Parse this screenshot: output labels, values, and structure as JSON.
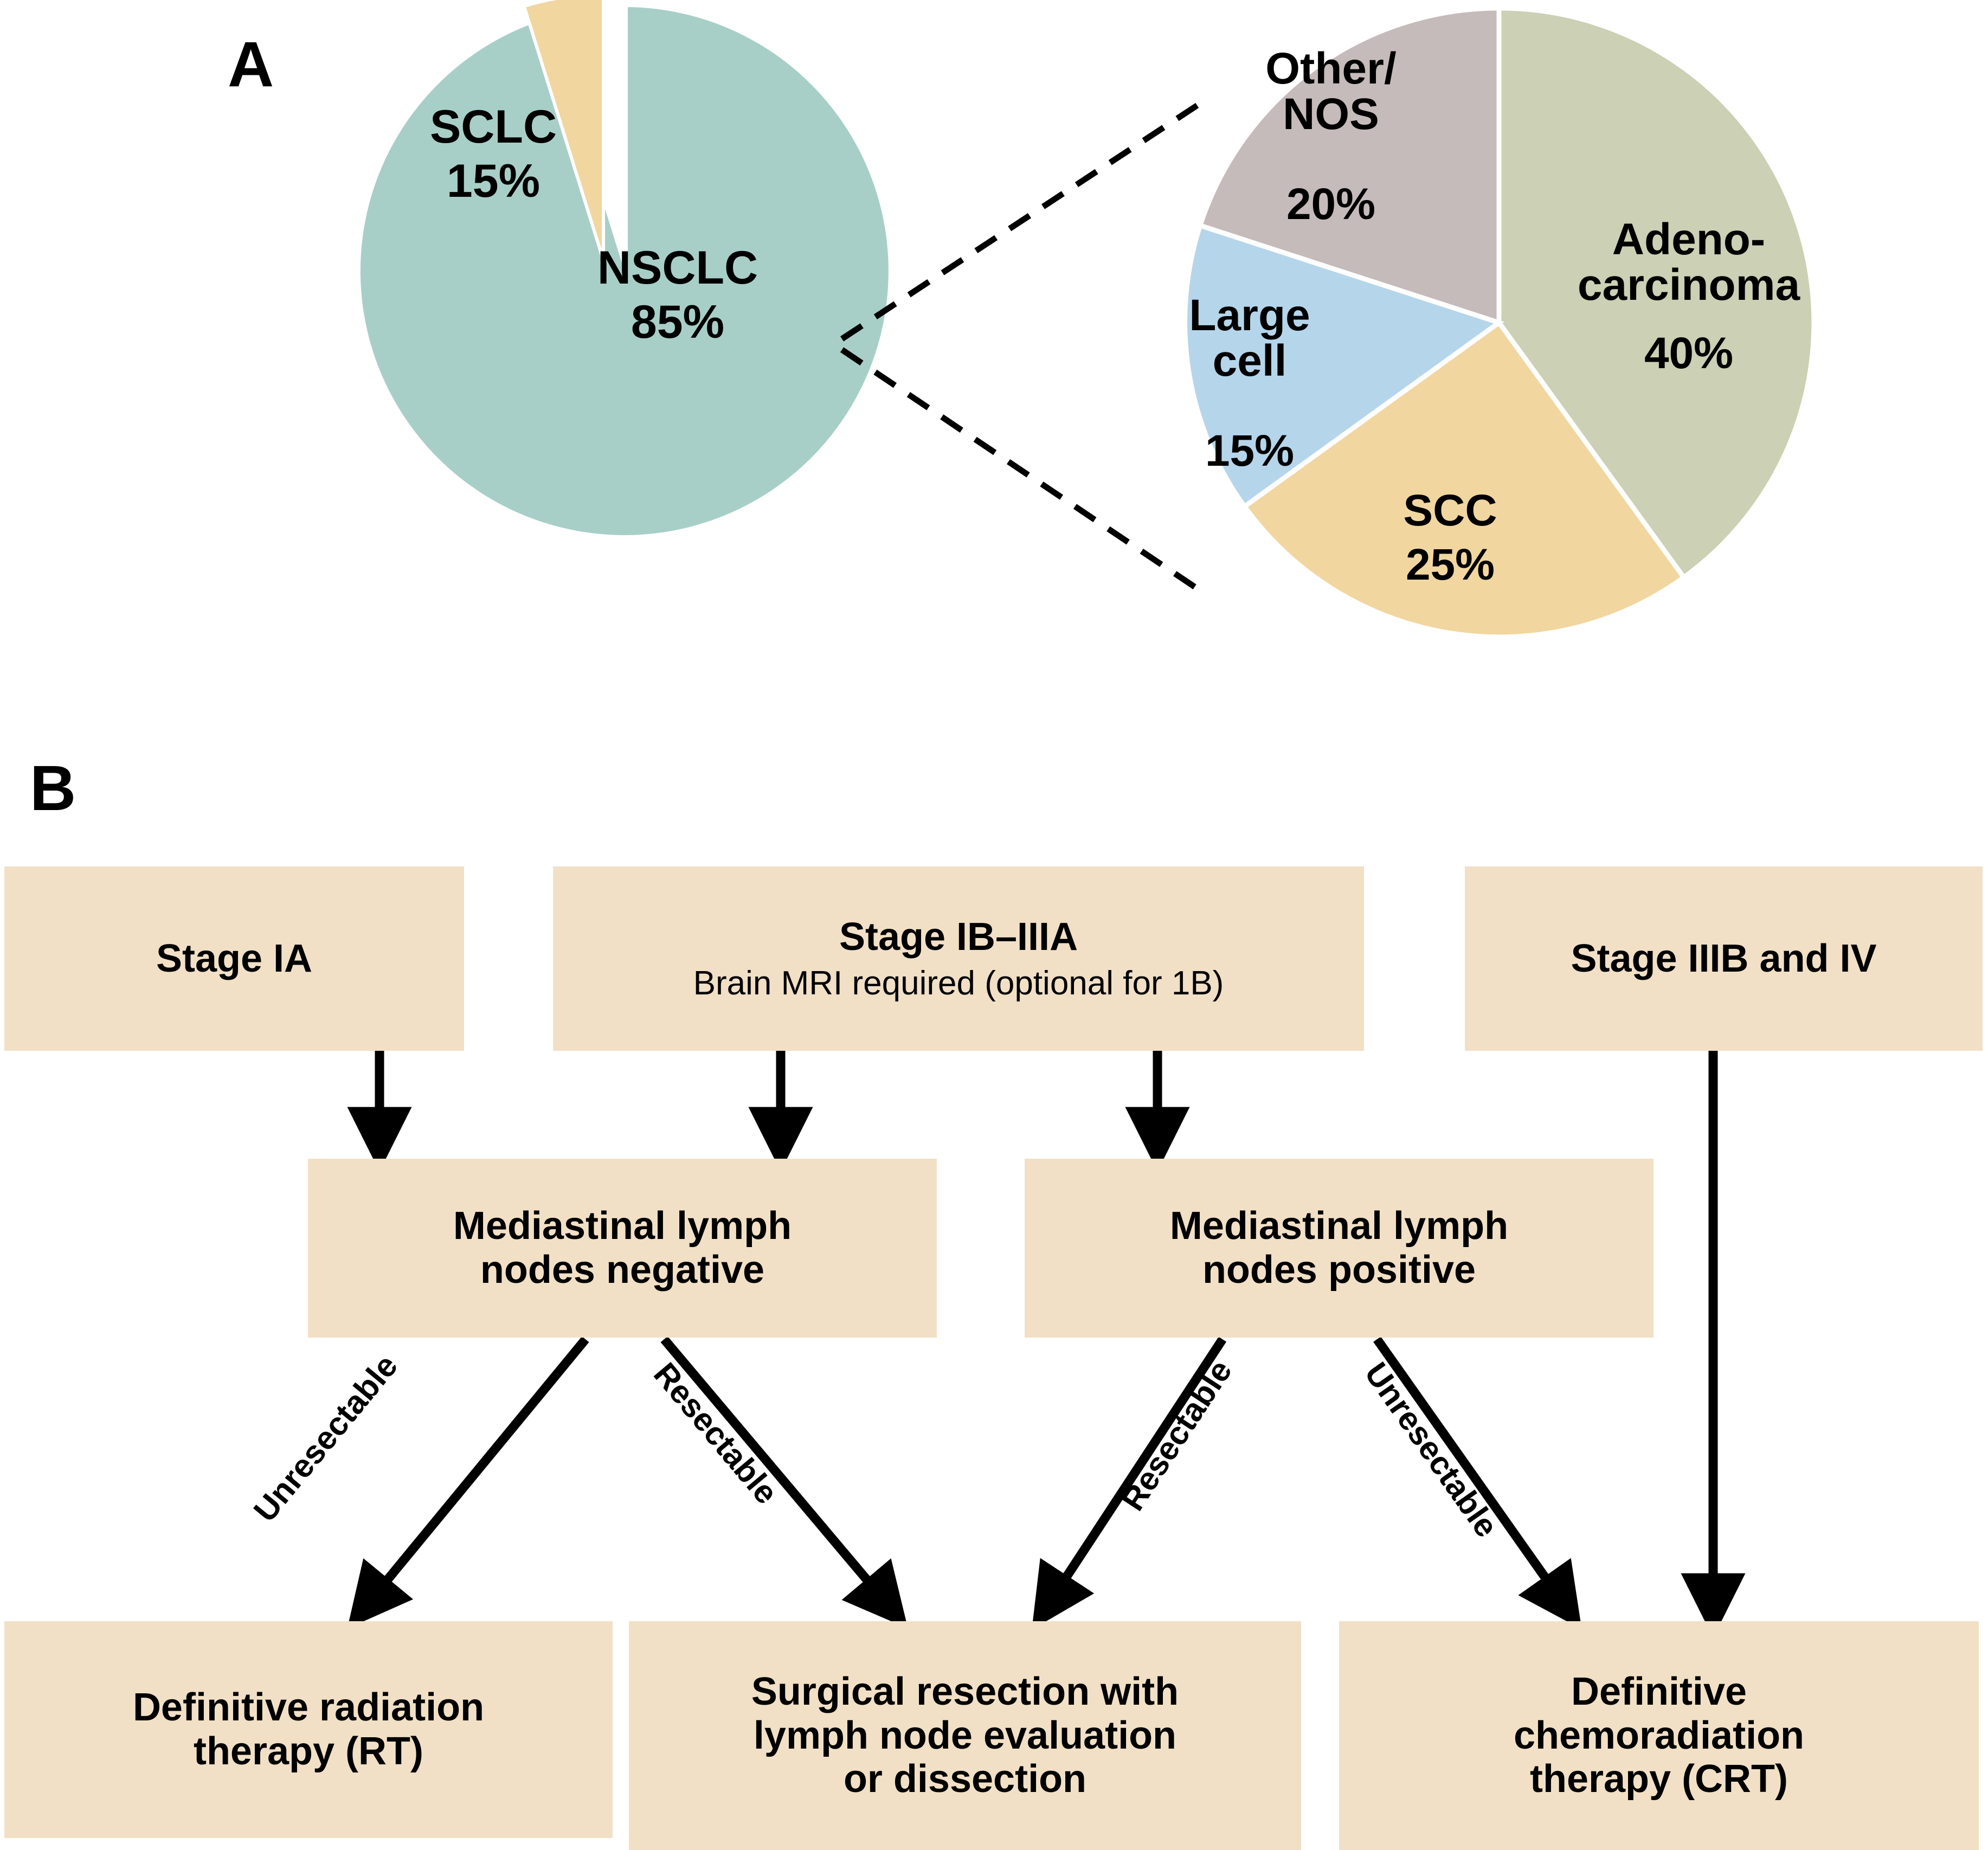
{
  "figure": {
    "panels": [
      {
        "id": "A",
        "letter": "A"
      },
      {
        "id": "B",
        "letter": "B"
      }
    ]
  },
  "chart_data": [
    {
      "type": "pie",
      "id": "histology-major-pie",
      "title": "",
      "categories": [
        "NSCLC",
        "SCLC"
      ],
      "values": [
        85,
        15
      ],
      "labels": [
        "NSCLC\n85%",
        "SCLC\n15%"
      ],
      "value_labels": [
        "85%",
        "15%"
      ],
      "colors": [
        "#a8cfc7",
        "#f1d6a0"
      ],
      "legend": "none",
      "notes": "Exploded SCLC wedge; dashed leader lines connect the NSCLC wedge to the detail pie"
    },
    {
      "type": "pie",
      "id": "nsclc-subtype-pie",
      "title": "",
      "categories": [
        "Adenocarcinoma",
        "SCC",
        "Large cell",
        "Other/NOS"
      ],
      "values": [
        40,
        25,
        15,
        20
      ],
      "labels": [
        "Adeno-\ncarcinoma\n40%",
        "SCC\n25%",
        "Large\ncell\n15%",
        "Other/\nNOS\n20%"
      ],
      "value_labels": [
        "40%",
        "25%",
        "15%",
        "20%"
      ],
      "colors": [
        "#ccd0b4",
        "#f1d6a0",
        "#b5d5ea",
        "#c4bbba"
      ],
      "legend": "none",
      "notes": "Break-out pie of the NSCLC wedge of the first chart"
    }
  ],
  "pie_a": {
    "slices": [
      {
        "name": "NSCLC",
        "label": "NSCLC",
        "percent": "85%",
        "color": "#a8cfc7"
      },
      {
        "name": "SCLC",
        "label": "SCLC",
        "percent": "15%",
        "color": "#f1d6a0"
      }
    ]
  },
  "pie_b": {
    "slices": [
      {
        "name": "adenocarcinoma",
        "label": "Adeno-\ncarcinoma",
        "percent": "40%",
        "color": "#ccd0b4"
      },
      {
        "name": "scc",
        "label": "SCC",
        "percent": "25%",
        "color": "#f1d6a0"
      },
      {
        "name": "large-cell",
        "label": "Large\ncell",
        "percent": "15%",
        "color": "#b5d5ea"
      },
      {
        "name": "other-nos",
        "label": "Other/\nNOS",
        "percent": "20%",
        "color": "#c4bbba"
      }
    ]
  },
  "flowchart": {
    "box_color": "#f1e0c6",
    "nodes": {
      "stage_ia": {
        "title": "Stage IA",
        "subtitle": ""
      },
      "stage_ib_iiia": {
        "title": "Stage IB–IIIA",
        "subtitle": "Brain MRI required (optional for 1B)"
      },
      "stage_iiib_iv": {
        "title": "Stage IIIB and IV",
        "subtitle": ""
      },
      "nodes_negative": {
        "title": "Mediastinal lymph\nnodes negative",
        "subtitle": ""
      },
      "nodes_positive": {
        "title": "Mediastinal lymph\nnodes positive",
        "subtitle": ""
      },
      "definitive_rt": {
        "title": "Definitive radiation\ntherapy (RT)",
        "subtitle": ""
      },
      "surgical_resection": {
        "title": "Surgical resection with\nlymph node evaluation\nor dissection",
        "subtitle": ""
      },
      "definitive_crt": {
        "title": "Definitive\nchemoradiation\ntherapy (CRT)",
        "subtitle": ""
      }
    },
    "edge_labels": {
      "neg_unresectable": "Unresectable",
      "neg_resectable": "Resectable",
      "pos_resectable": "Resectable",
      "pos_unresectable": "Unresectable"
    }
  }
}
